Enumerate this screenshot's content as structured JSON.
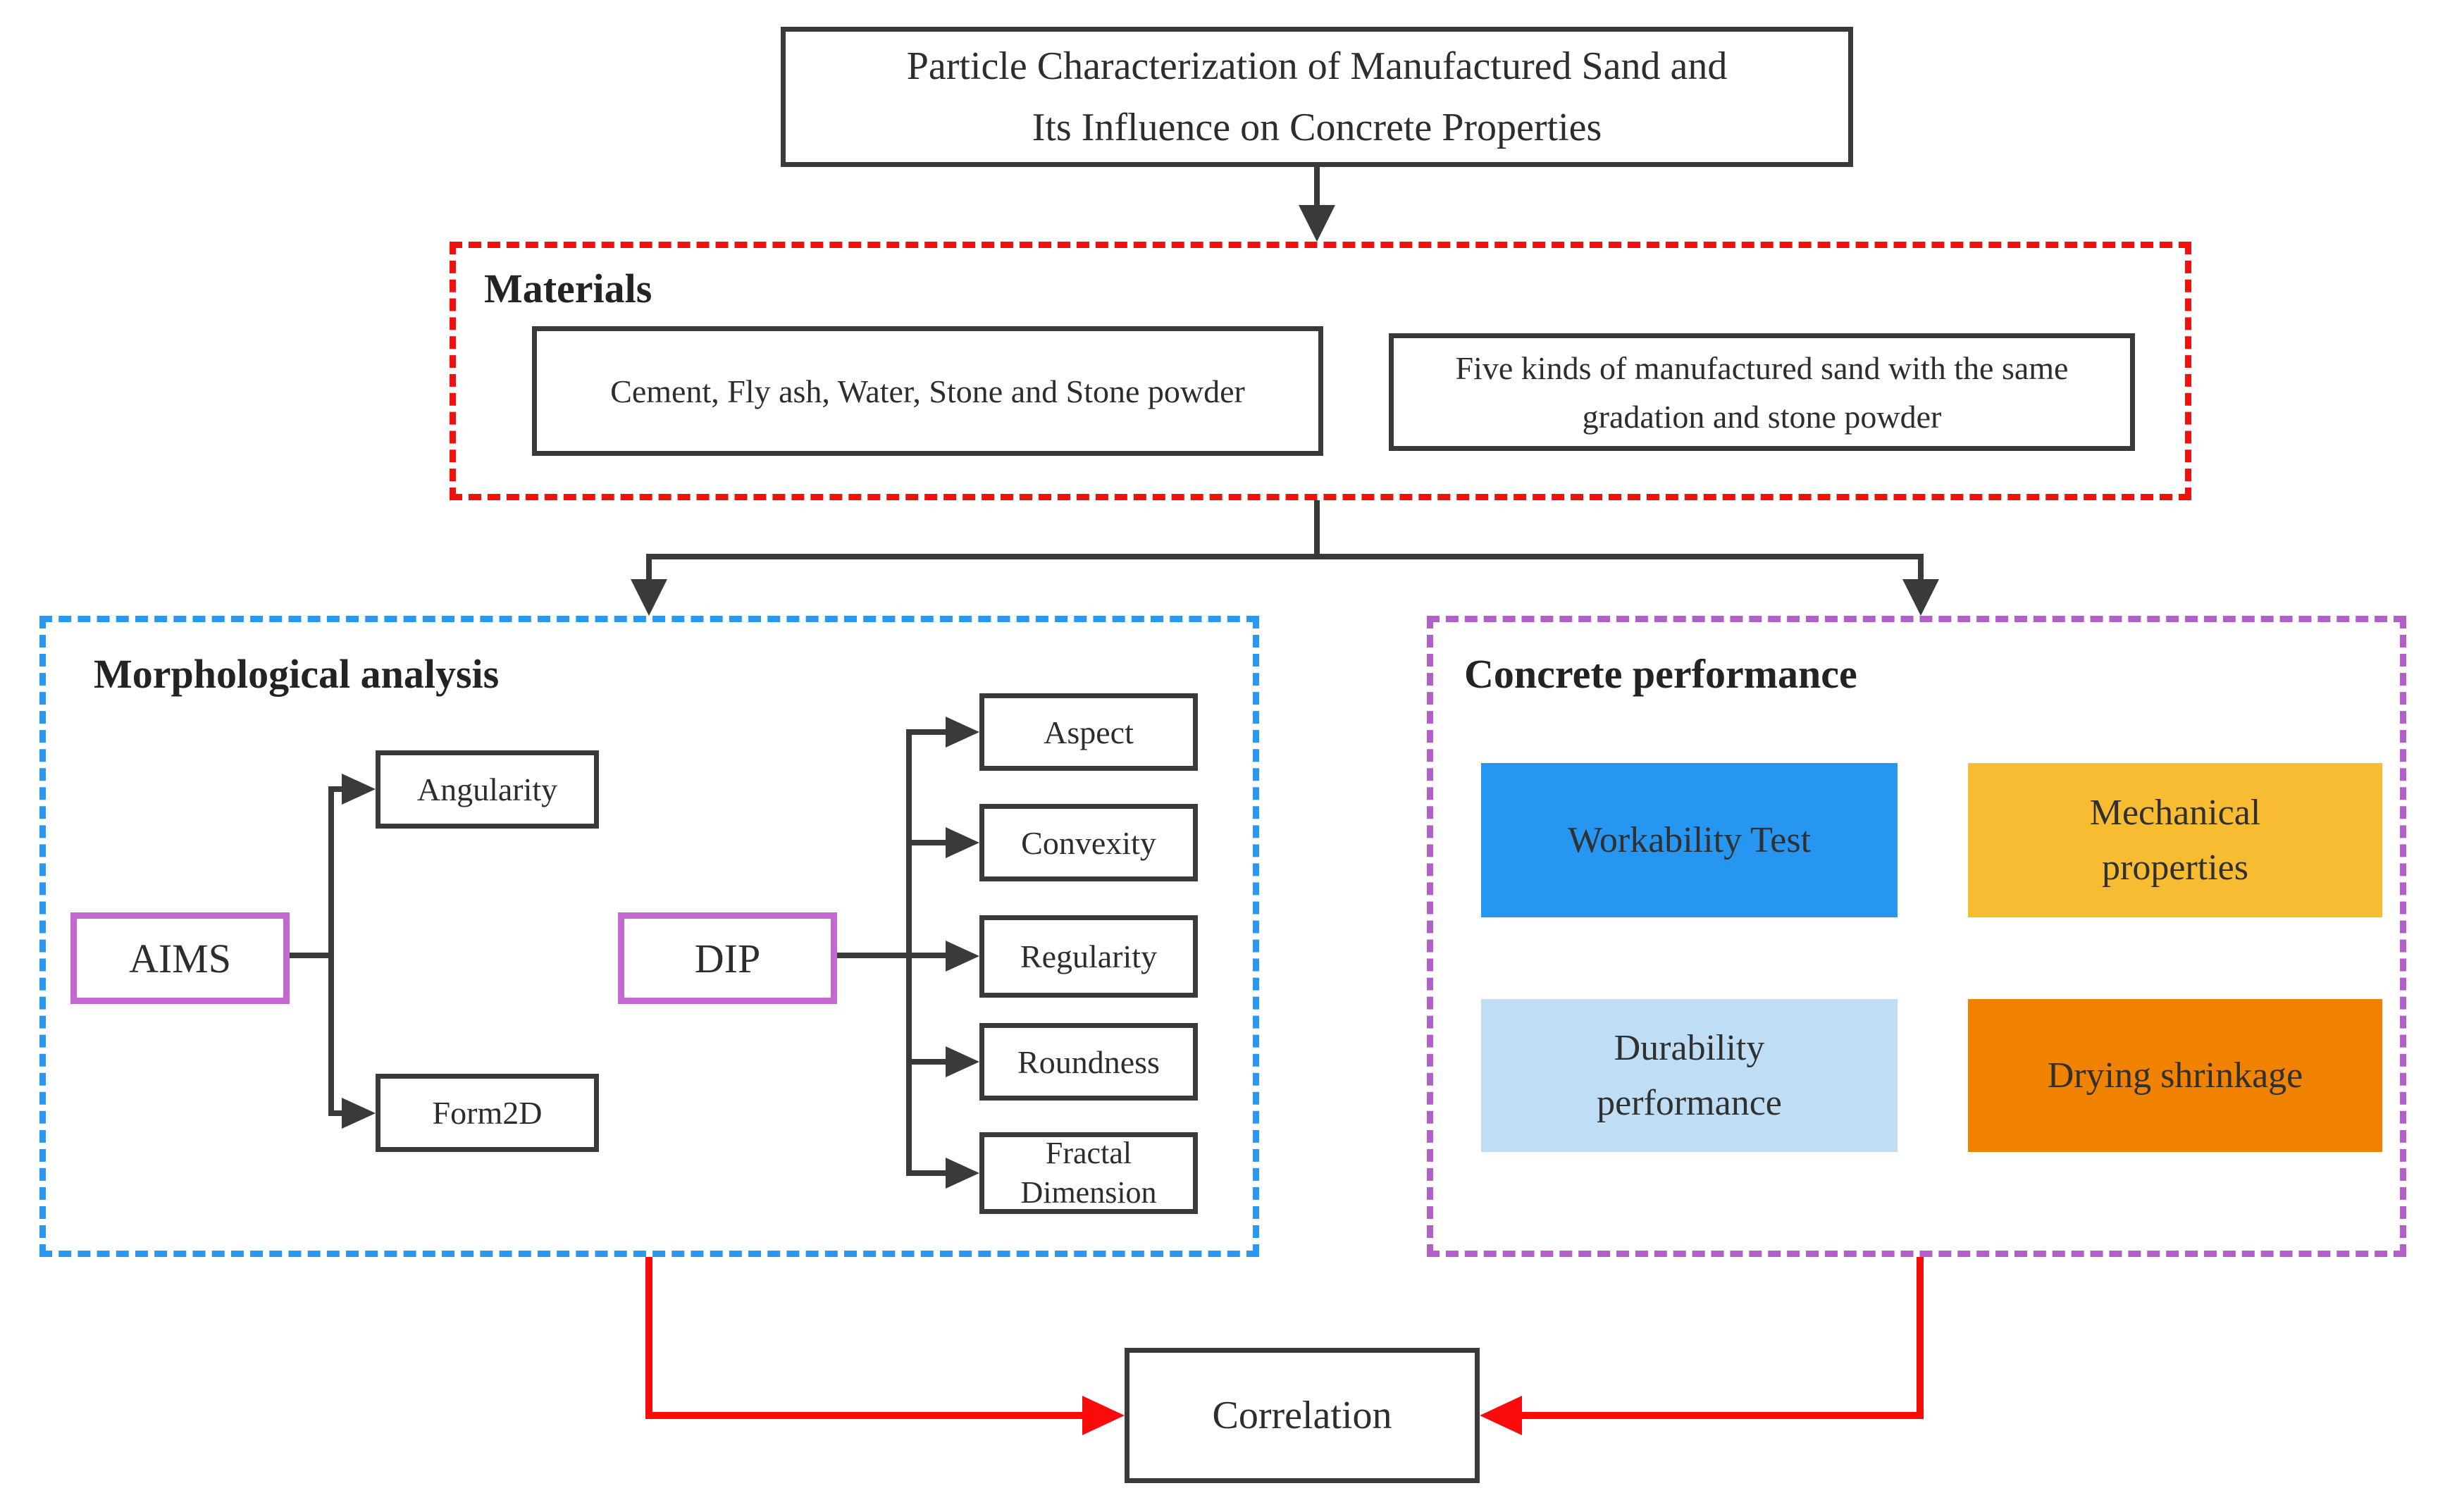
{
  "title": "Particle Characterization of Manufactured Sand and\nIts Influence on Concrete Properties",
  "materials": {
    "label": "Materials",
    "components_box": "Cement, Fly ash, Water, Stone and Stone powder",
    "sand_box": "Five kinds of manufactured sand with the same\ngradation and stone powder"
  },
  "morphological": {
    "label": "Morphological analysis",
    "aims": "AIMS",
    "angularity": "Angularity",
    "form2d": "Form2D",
    "dip": "DIP",
    "aspect": "Aspect",
    "convexity": "Convexity",
    "regularity": "Regularity",
    "roundness": "Roundness",
    "fractal_dimension": "Fractal\nDimension"
  },
  "concrete": {
    "label": "Concrete performance",
    "workability": "Workability Test",
    "mechanical": "Mechanical\nproperties",
    "durability": "Durability\nperformance",
    "drying_shrinkage": "Drying shrinkage"
  },
  "correlation": "Correlation",
  "colors": {
    "materials_frame": "#f2100f",
    "morphological_frame": "#2a97f1",
    "concrete_frame": "#b35fc9",
    "aims_dip_border": "#c468d1",
    "black_line": "#3a3a3a",
    "red_arrow": "#f90b0b",
    "workability_fill": "#2696f0",
    "mechanical_fill": "#f8bc33",
    "durability_fill": "#c0ddf6",
    "drying_shrinkage_fill": "#f08200"
  }
}
